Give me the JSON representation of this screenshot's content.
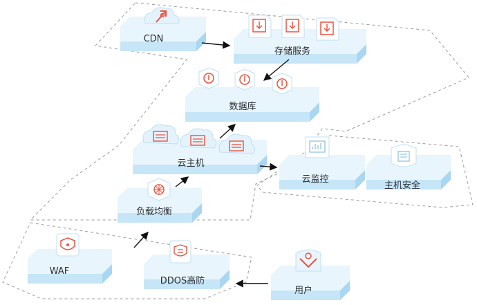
{
  "nodes": {
    "cdn": "CDN",
    "storage": "存储服务",
    "database": "数据库",
    "cloud_host": "云主机",
    "load_balancer": "负载均衡",
    "cloud_monitor": "云监控",
    "host_security": "主机安全",
    "waf": "WAF",
    "ddos": "DDOS高防",
    "user": "用户"
  },
  "colors": {
    "platform_top": "#e8f5fc",
    "platform_front": "#c6e6f8",
    "platform_side": "#a9d6f1",
    "icon_accent": "#f0503c",
    "icon_muted": "#9bc7e2",
    "arrow": "#111111",
    "dashed_border": "#9a9a9a"
  },
  "icons": {
    "cdn": "rocket-cloud-icon",
    "storage": "download-file-icon",
    "database": "database-hexagon-icon",
    "cloud_host": "server-cloud-icon",
    "load_balancer": "network-hexagon-icon",
    "cloud_monitor": "monitor-screen-icon",
    "host_security": "server-shield-icon",
    "waf": "shield-icon",
    "ddos": "shield-server-icon",
    "user": "user-avatar-icon"
  }
}
